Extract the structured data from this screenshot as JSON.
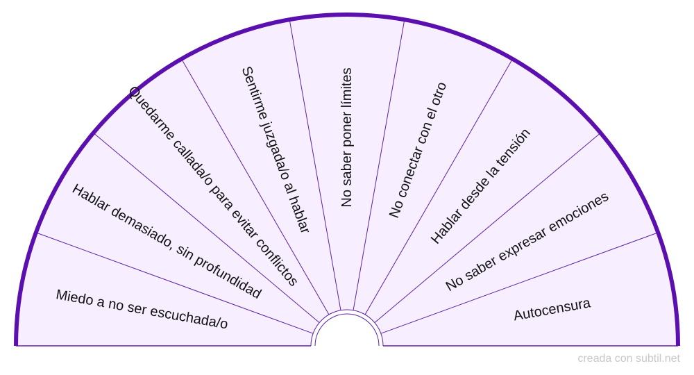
{
  "diagram": {
    "segments": [
      "Miedo a no ser escuchada/o",
      "Hablar demasiado, sin profundidad",
      "Quedarme callada/o para evitar conflictos",
      "Sentirme juzgada/o al hablar",
      "No saber poner límites",
      "No conectar con el otro",
      "Hablar desde la tensión",
      "No saber expresar emociones",
      "Autocensura"
    ],
    "colors": {
      "fill": "#f7efff",
      "divider": "#5b1fa8",
      "rim": "#5c0faf"
    }
  },
  "footer": {
    "credit": "creada con subtil.net"
  }
}
